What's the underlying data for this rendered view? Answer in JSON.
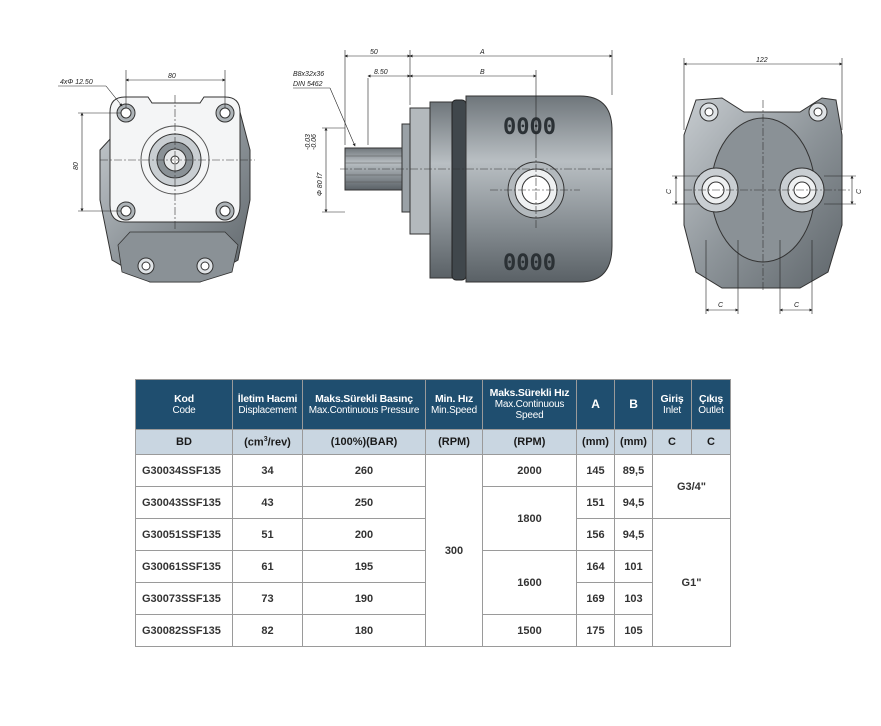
{
  "drawings": {
    "front": {
      "hole_label": "4xΦ 12.50",
      "width": "80",
      "height": "80"
    },
    "side": {
      "shaft_spec": "B8x32x36",
      "shaft_din": "DIN 5462",
      "dim_50": "50",
      "dim_a": "A",
      "dim_850": "8.50",
      "dim_b": "B",
      "shaft_dia": "Φ 80 f7",
      "shaft_tol_upper": "-0.03",
      "shaft_tol_lower": "-0.06",
      "body_marking": "0000"
    },
    "rear": {
      "width": "122",
      "dim_c": "C"
    }
  },
  "table": {
    "header1": [
      {
        "tr": "Kod",
        "en": "Code"
      },
      {
        "tr": "İletim Hacmi",
        "en": "Displacement"
      },
      {
        "tr": "Maks.Sürekli Basınç",
        "en": "Max.Continuous Pressure"
      },
      {
        "tr": "Min. Hız",
        "en": "Min.Speed"
      },
      {
        "tr": "Maks.Sürekli Hız",
        "en": "Max.Continuous Speed"
      },
      {
        "tr": "A",
        "en": ""
      },
      {
        "tr": "B",
        "en": ""
      },
      {
        "tr": "Giriş",
        "en": "Inlet"
      },
      {
        "tr": "Çıkış",
        "en": "Outlet"
      }
    ],
    "header2": {
      "bd": "BD",
      "disp_pre": "(cm",
      "disp_sup": "3",
      "disp_post": "/rev)",
      "pressure": "(100%)(BAR)",
      "min_speed": "(RPM)",
      "max_speed": "(RPM)",
      "a": "(mm)",
      "b": "(mm)",
      "inlet": "C",
      "outlet": "C"
    },
    "rows": [
      {
        "code": "G30034SSF135",
        "disp": "34",
        "pressure": "260",
        "a": "145",
        "b": "89,5"
      },
      {
        "code": "G30043SSF135",
        "disp": "43",
        "pressure": "250",
        "a": "151",
        "b": "94,5"
      },
      {
        "code": "G30051SSF135",
        "disp": "51",
        "pressure": "200",
        "a": "156",
        "b": "94,5"
      },
      {
        "code": "G30061SSF135",
        "disp": "61",
        "pressure": "195",
        "a": "164",
        "b": "101"
      },
      {
        "code": "G30073SSF135",
        "disp": "73",
        "pressure": "190",
        "a": "169",
        "b": "103"
      },
      {
        "code": "G30082SSF135",
        "disp": "82",
        "pressure": "180",
        "a": "175",
        "b": "105"
      }
    ],
    "min_speed": "300",
    "speeds": {
      "s2000": "2000",
      "s1800": "1800",
      "s1600": "1600",
      "s1500": "1500"
    },
    "ports": {
      "g34": "G3/4\"",
      "g1": "G1\""
    }
  },
  "colors": {
    "header_dark": "#1f4e6f",
    "header_light": "#c9d6e1",
    "body_gray": "#8a9196"
  }
}
